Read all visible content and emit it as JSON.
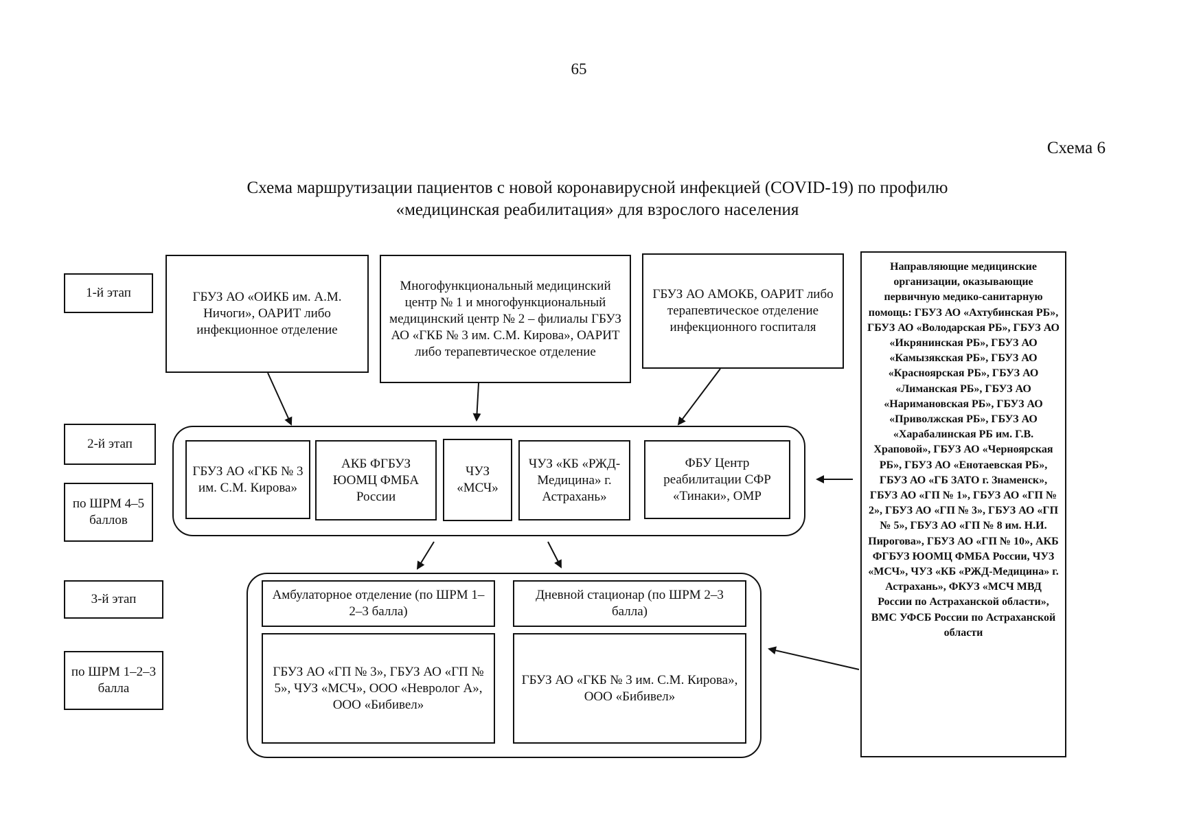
{
  "page_number": "65",
  "scheme_label": "Схема 6",
  "title": {
    "line1": "Схема маршрутизации пациентов с новой коронавирусной инфекцией (COVID-19) по профилю",
    "line2": "«медицинская реабилитация» для взрослого населения"
  },
  "stages": {
    "stage1": "1-й этап",
    "stage2": "2-й этап",
    "stage2_shrm": "по ШРМ 4–5 баллов",
    "stage3": "3-й этап",
    "stage3_shrm": "по ШРМ 1–2–3 балла"
  },
  "top_boxes": {
    "oikb": "ГБУЗ АО «ОИКБ им. А.М. Ничоги», ОАРИТ либо инфекционное отделение",
    "mmc": "Многофункциональный медицинский центр № 1 и многофункциональный медицинский центр № 2 – филиалы ГБУЗ АО «ГКБ № 3 им. С.М. Кирова», ОАРИТ либо терапевтическое отделение",
    "amokb": "ГБУЗ АО АМОКБ, ОАРИТ либо терапевтическое отделение инфекционного госпиталя"
  },
  "stage2_boxes": {
    "gkb3": "ГБУЗ АО «ГКБ № 3 им. С.М. Кирова»",
    "akb": "АКБ ФГБУЗ ЮОМЦ ФМБА России",
    "msch": "ЧУЗ «МСЧ»",
    "rzhd": "ЧУЗ «КБ «РЖД-Медицина» г. Астрахань»",
    "fbu": "ФБУ Центр реабилитации СФР «Тинаки», ОМР"
  },
  "stage3": {
    "ambulatory_header": "Амбулаторное отделение (по ШРМ 1–2–3 балла)",
    "day_hospital_header": "Дневной стационар (по ШРМ 2–3 балла)",
    "ambulatory_orgs": "ГБУЗ АО «ГП № 3», ГБУЗ АО «ГП № 5», ЧУЗ «МСЧ», ООО «Невролог А», ООО «Бибивел»",
    "day_hospital_orgs": "ГБУЗ АО «ГКБ № 3 им. С.М. Кирова», ООО «Бибивел»"
  },
  "referring": "Направляющие медицинские организации, оказывающие первичную медико-санитарную помощь: ГБУЗ АО «Ахтубинская РБ», ГБУЗ АО «Володарская РБ», ГБУЗ АО «Икрянинская РБ», ГБУЗ АО «Камызякская РБ», ГБУЗ АО «Красноярская РБ», ГБУЗ АО «Лиманская РБ», ГБУЗ АО «Наримановская РБ», ГБУЗ АО «Приволжская РБ», ГБУЗ АО «Харабалинская РБ им. Г.В. Храповой», ГБУЗ АО «Черноярская РБ», ГБУЗ АО «Енотаевская РБ», ГБУЗ АО «ГБ ЗАТО г. Знаменск», ГБУЗ АО «ГП № 1», ГБУЗ АО «ГП № 2», ГБУЗ АО «ГП № 3», ГБУЗ АО «ГП № 5», ГБУЗ АО «ГП № 8 им. Н.И. Пирогова», ГБУЗ АО «ГП № 10», АКБ ФГБУЗ ЮОМЦ ФМБА России, ЧУЗ «МСЧ», ЧУЗ «КБ «РЖД-Медицина» г. Астрахань», ФКУЗ «МСЧ МВД России по Астраханской области», ВМС УФСБ России по Астраханской области"
}
